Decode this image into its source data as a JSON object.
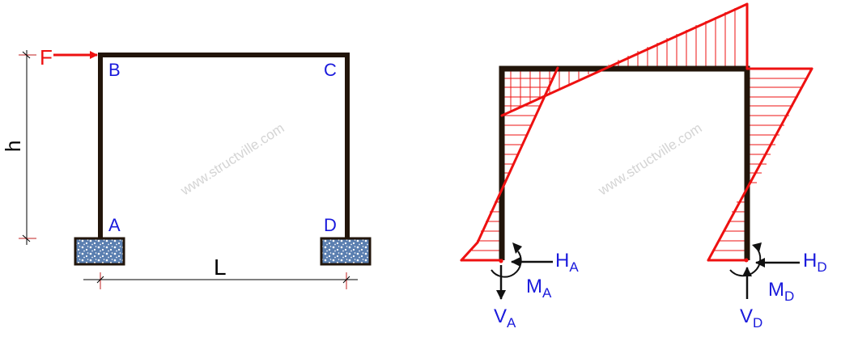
{
  "colors": {
    "member": "#22150a",
    "force": "#ee1111",
    "label": "#1a1adc",
    "dimension": "#000000",
    "foundation_fill": "#5b7fb0",
    "foundation_border": "#22150a",
    "watermark": "#d4d4d4"
  },
  "watermark": "www.structville.com",
  "frame_diagram": {
    "load_label": "F",
    "nodes": {
      "top_left": "B",
      "top_right": "C",
      "bottom_left": "A",
      "bottom_right": "D"
    },
    "dimensions": {
      "height": "h",
      "span": "L"
    }
  },
  "moment_diagram": {
    "reactions_A": {
      "horizontal": {
        "symbol": "H",
        "subscript": "A"
      },
      "moment": {
        "symbol": "M",
        "subscript": "A"
      },
      "vertical": {
        "symbol": "V",
        "subscript": "A"
      }
    },
    "reactions_D": {
      "horizontal": {
        "symbol": "H",
        "subscript": "D"
      },
      "moment": {
        "symbol": "M",
        "subscript": "D"
      },
      "vertical": {
        "symbol": "V",
        "subscript": "D"
      }
    }
  }
}
